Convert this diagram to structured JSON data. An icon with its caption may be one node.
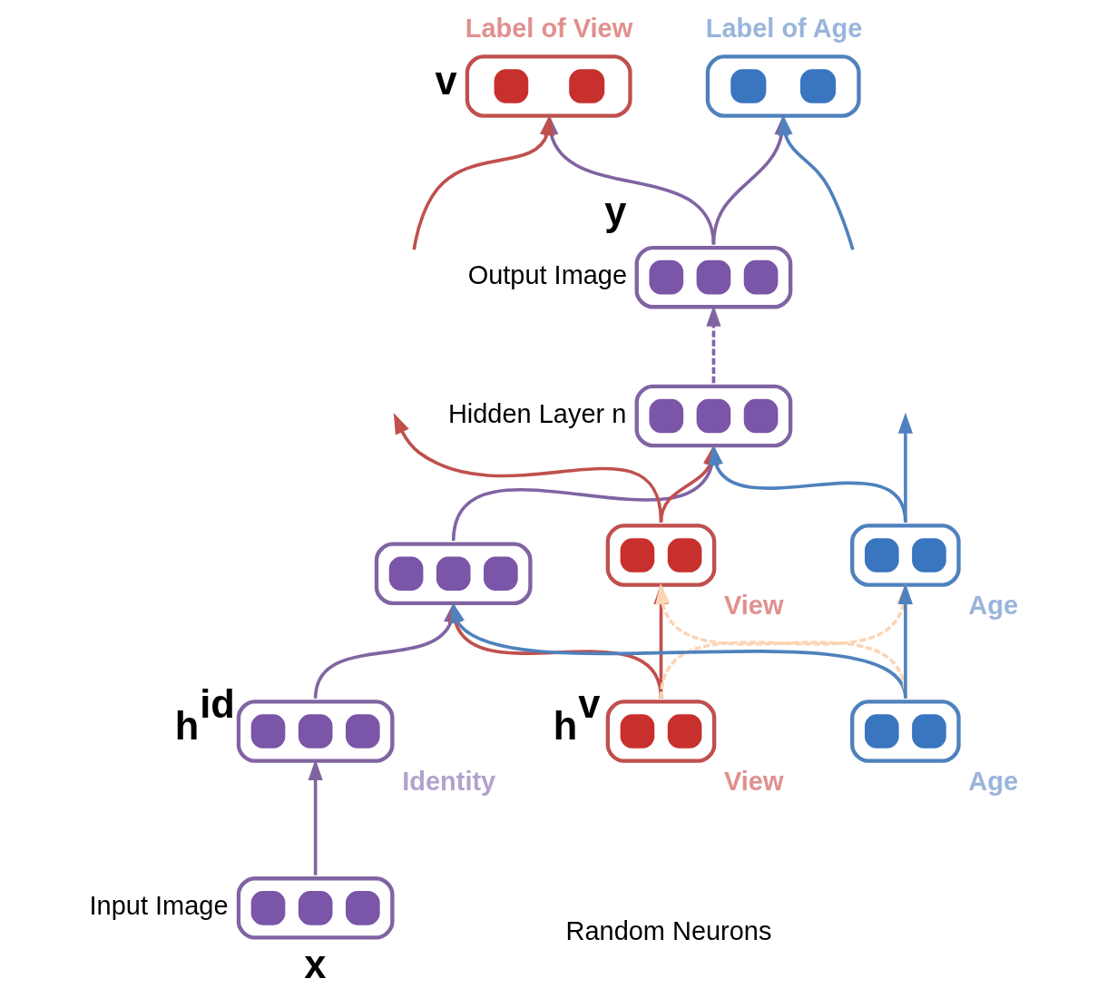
{
  "diagram": {
    "nodes": [
      {
        "text": [],
        "shape": "box",
        "beside": [
          "Label of View",
          "v"
        ]
      },
      {
        "text": [],
        "shape": "box",
        "beside": [
          "Label of Age"
        ]
      },
      {
        "text": [],
        "shape": "box",
        "beside": [
          "y",
          "Output Image"
        ]
      },
      {
        "text": [],
        "shape": "box",
        "beside": [
          "Hidden Layer n"
        ]
      },
      {
        "text": [],
        "shape": "box"
      },
      {
        "text": [],
        "shape": "box",
        "beside": [
          "View"
        ]
      },
      {
        "text": [],
        "shape": "box",
        "beside": [
          "Age"
        ]
      },
      {
        "text": [],
        "shape": "box",
        "beside": [
          "h$^{id}$",
          "Identity"
        ]
      },
      {
        "text": [],
        "shape": "box",
        "beside": [
          "h$^{v}$",
          "View"
        ]
      },
      {
        "text": [],
        "shape": "box",
        "beside": [
          "Age"
        ]
      },
      {
        "text": [],
        "shape": "box",
        "beside": [
          "Input Image",
          "x"
        ]
      }
    ],
    "edges": [
      {
        "from": 2,
        "to": 0,
        "arrow": "to"
      },
      {
        "from": 2,
        "to": 1,
        "arrow": "to"
      },
      {
        "from": null,
        "to": 0,
        "arrow": "to",
        "color": "#c0504d"
      },
      {
        "from": null,
        "to": 1,
        "arrow": "to",
        "color": "#4f81bd"
      },
      {
        "from": 3,
        "to": 2,
        "arrow": "to",
        "style": "dashed"
      },
      {
        "from": 4,
        "to": 3,
        "arrow": "to"
      },
      {
        "from": 5,
        "to": 3,
        "arrow": "to",
        "color": "#c0504d"
      },
      {
        "from": 6,
        "to": 3,
        "arrow": "to",
        "color": "#4f81bd"
      },
      {
        "from": 5,
        "to": null,
        "arrow": "to",
        "color": "#c0504d"
      },
      {
        "from": 6,
        "to": null,
        "arrow": "to",
        "color": "#4f81bd"
      },
      {
        "from": 7,
        "to": 4,
        "arrow": "to"
      },
      {
        "from": 8,
        "to": 4,
        "arrow": "to",
        "color": "#c0504d"
      },
      {
        "from": 9,
        "to": 4,
        "arrow": "to",
        "color": "#4f81bd"
      },
      {
        "from": 8,
        "to": 5,
        "arrow": "to",
        "color": "#c0504d"
      },
      {
        "from": 9,
        "to": 6,
        "arrow": "to",
        "color": "#4f81bd"
      },
      {
        "from": 8,
        "to": 6,
        "arrow": "to",
        "style": "dashed",
        "color": "#fcd5b5"
      },
      {
        "from": 9,
        "to": 5,
        "arrow": "to",
        "style": "dashed",
        "color": "#fcd5b5"
      },
      {
        "from": 10,
        "to": 7,
        "arrow": "to"
      }
    ],
    "labels": [
      "Random Neurons"
    ]
  }
}
